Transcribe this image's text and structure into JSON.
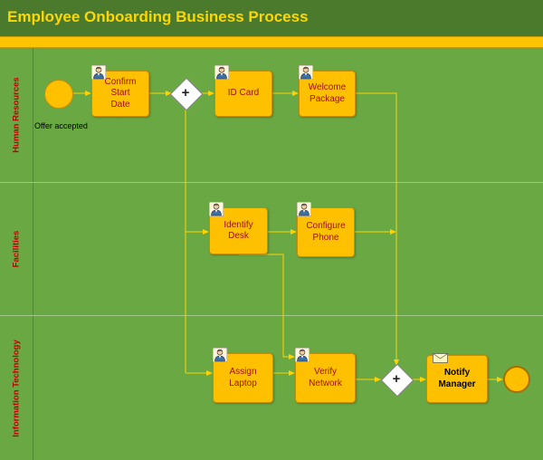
{
  "title": "Employee Onboarding Business Process",
  "lanes": [
    {
      "label": "Human Resources"
    },
    {
      "label": "Facilities"
    },
    {
      "label": "Information Technology"
    }
  ],
  "start_event": {
    "label": "Offer accepted"
  },
  "tasks": {
    "confirm_start_date": {
      "line1": "Confirm Start",
      "line2": "Date"
    },
    "id_card": {
      "line1": "ID Card"
    },
    "welcome_package": {
      "line1": "Welcome",
      "line2": "Package"
    },
    "identify_desk": {
      "line1": "Identify Desk"
    },
    "configure_phone": {
      "line1": "Configure",
      "line2": "Phone"
    },
    "assign_laptop": {
      "line1": "Assign Laptop"
    },
    "verify_network": {
      "line1": "Verify",
      "line2": "Network"
    },
    "notify_manager": {
      "line1": "Notify",
      "line2": "Manager"
    }
  },
  "gateways": {
    "split": "+",
    "join": "+"
  },
  "colors": {
    "background": "#6aa843",
    "title_bar": "#4c7a2d",
    "title_text": "#ffd700",
    "task_fill": "#ffc000",
    "task_text": "#a01010",
    "connector": "#ffd200",
    "lane_label": "#c00000"
  }
}
